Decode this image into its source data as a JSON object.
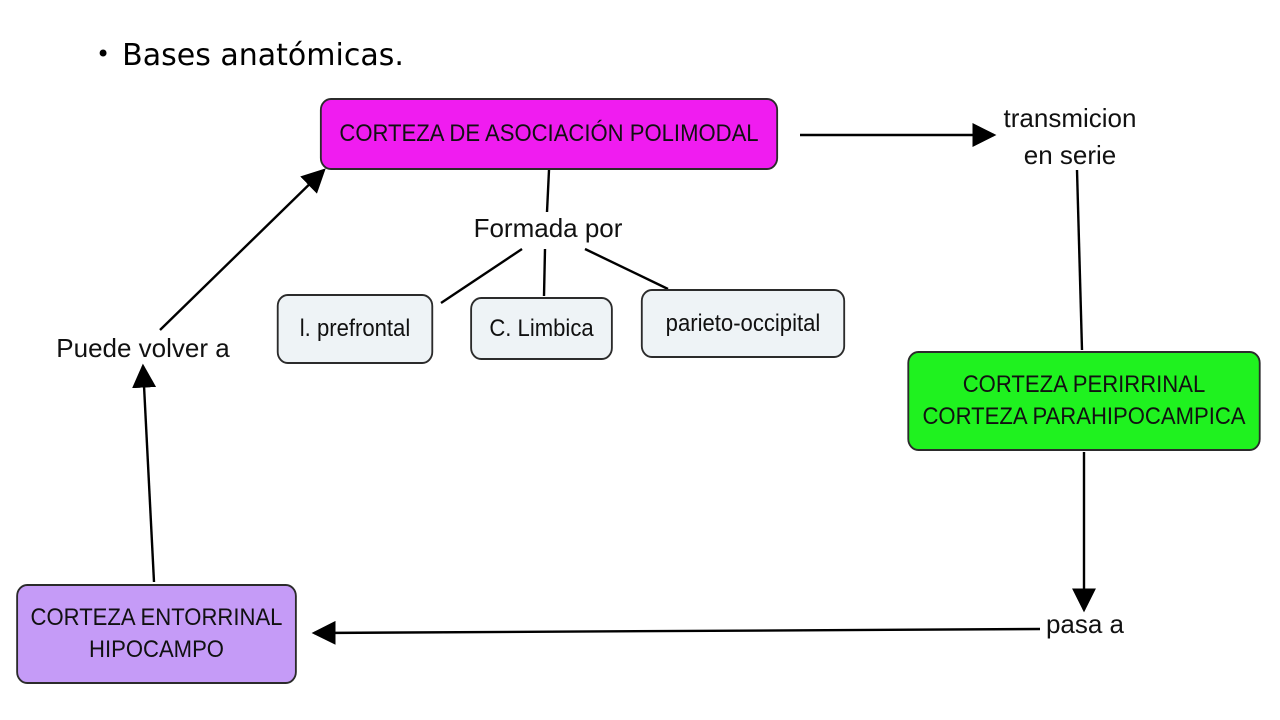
{
  "slide": {
    "bullet_text": "Bases anatómicas."
  },
  "nodes": {
    "polimodal": {
      "text": "CORTEZA DE ASOCIACIÓN POLIMODAL",
      "color": "#f01cf0"
    },
    "prefrontal": {
      "text": "l. prefrontal",
      "color": "#eef3f6"
    },
    "limbica": {
      "text": "C. Limbica",
      "color": "#eef3f6"
    },
    "parieto": {
      "text": "parieto-occipital",
      "color": "#eef3f6"
    },
    "perirrinal": {
      "line1": "CORTEZA PERIRRINAL",
      "line2": "CORTEZA PARAHIPOCAMPICA",
      "color": "#1ff21f"
    },
    "entorrinal": {
      "line1": "CORTEZA ENTORRINAL",
      "line2": "HIPOCAMPO",
      "color": "#c59bf7"
    }
  },
  "links": {
    "formada_por": "Formada por",
    "transmicion_line1": "transmicion",
    "transmicion_line2": "en serie",
    "pasa_a": "pasa a",
    "puede_volver_a": "Puede volver a"
  }
}
